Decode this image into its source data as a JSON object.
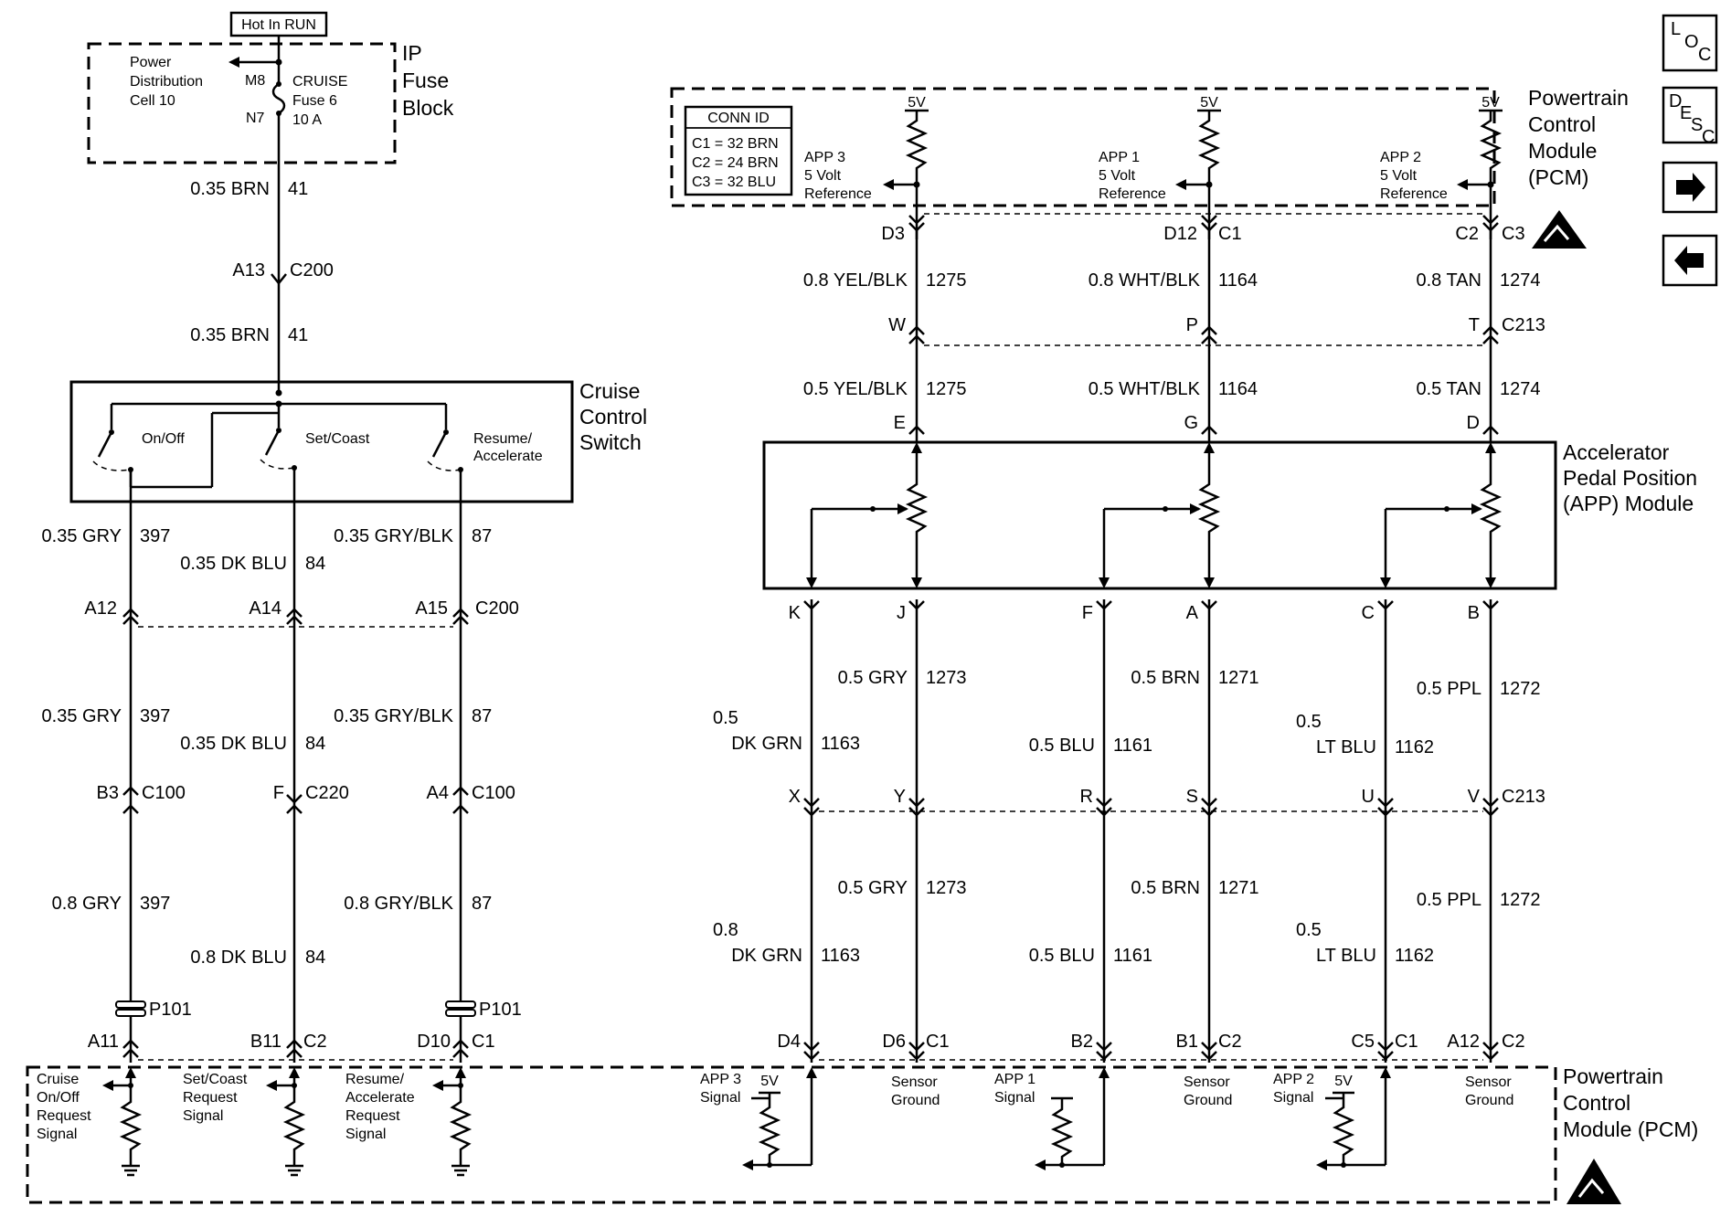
{
  "hot_in_run": "Hot In RUN",
  "ip_fuse": {
    "title_lines": [
      "IP",
      "Fuse",
      "Block"
    ],
    "pdc_lines": [
      "Power",
      "Distribution",
      "Cell 10"
    ],
    "m8": "M8",
    "n7": "N7",
    "fuse_lines": [
      "CRUISE",
      "Fuse 6",
      "10 A"
    ]
  },
  "wire_top": {
    "a": "0.35 BRN",
    "a_ckt": "41",
    "pin": "A13",
    "conn": "C200",
    "b": "0.35 BRN",
    "b_ckt": "41"
  },
  "cruise_switch": {
    "title_lines": [
      "Cruise",
      "Control",
      "Switch"
    ],
    "on_off": "On/Off",
    "set_coast": "Set/Coast",
    "resume": [
      "Resume/",
      "Accelerate"
    ]
  },
  "left_wires": {
    "r1": {
      "gry": "0.35 GRY",
      "gry_ckt": "397",
      "blu": "0.35 DK BLU",
      "blu_ckt": "84",
      "gryblk": "0.35 GRY/BLK",
      "gryblk_ckt": "87"
    },
    "c200": {
      "p1": "A12",
      "p2": "A14",
      "p3": "A15",
      "conn": "C200"
    },
    "r2": {
      "gry": "0.35 GRY",
      "gry_ckt": "397",
      "blu": "0.35 DK BLU",
      "blu_ckt": "84",
      "gryblk": "0.35 GRY/BLK",
      "gryblk_ckt": "87"
    },
    "c100": {
      "p1": "B3",
      "c1": "C100",
      "p2": "F",
      "c2": "C220",
      "p3": "A4",
      "c3": "C100"
    },
    "r3": {
      "gry": "0.8 GRY",
      "gry_ckt": "397",
      "gryblk": "0.8 GRY/BLK",
      "gryblk_ckt": "87",
      "blu": "0.8 DK BLU",
      "blu_ckt": "84"
    },
    "p101": "P101",
    "pcm_pins": {
      "p1": "A11",
      "p2": "B11",
      "c2": "C2",
      "p3": "D10",
      "c1": "C1"
    }
  },
  "pcm_top": {
    "title_lines": [
      "Powertrain",
      "Control",
      "Module",
      "(PCM)"
    ],
    "conn_id": {
      "title": "CONN ID",
      "rows": [
        "C1 = 32 BRN",
        "C2 = 24 BRN",
        "C3 = 32 BLU"
      ]
    },
    "v5": "5V",
    "app3": [
      "APP 3",
      "5 Volt",
      "Reference"
    ],
    "app1": [
      "APP 1",
      "5 Volt",
      "Reference"
    ],
    "app2": [
      "APP 2",
      "5 Volt",
      "Reference"
    ],
    "pins": {
      "d3": "D3",
      "d12": "D12",
      "c1": "C1",
      "c2": "C2",
      "c3": "C3"
    }
  },
  "right_wires": {
    "r1": {
      "w1": "0.8 YEL/BLK",
      "c1": "1275",
      "w2": "0.8 WHT/BLK",
      "c2": "1164",
      "w3": "0.8 TAN",
      "c3": "1274"
    },
    "c213a": {
      "p1": "W",
      "p2": "P",
      "p3": "T",
      "conn": "C213"
    },
    "r2": {
      "w1": "0.5 YEL/BLK",
      "c1": "1275",
      "w2": "0.5 WHT/BLK",
      "c2": "1164",
      "w3": "0.5 TAN",
      "c3": "1274"
    },
    "app_pins_top": {
      "e": "E",
      "g": "G",
      "d": "D"
    },
    "app_title": [
      "Accelerator",
      "Pedal Position",
      "(APP) Module"
    ],
    "app_pins_bot": {
      "k": "K",
      "j": "J",
      "f": "F",
      "a": "A",
      "c": "C",
      "b": "B"
    },
    "r3": {
      "gry": "0.5 GRY",
      "gry_ckt": "1273",
      "brn": "0.5 BRN",
      "brn_ckt": "1271",
      "ppl": "0.5 PPL",
      "ppl_ckt": "1272",
      "dkgrn_a": "0.5",
      "dkgrn_b": "DK GRN",
      "dkgrn_ckt": "1163",
      "blu": "0.5 BLU",
      "blu_ckt": "1161",
      "ltblu_a": "0.5",
      "ltblu_b": "LT BLU",
      "ltblu_ckt": "1162"
    },
    "c213b": {
      "x": "X",
      "y": "Y",
      "r": "R",
      "s": "S",
      "u": "U",
      "v": "V",
      "conn": "C213"
    },
    "r4": {
      "gry": "0.5 GRY",
      "gry_ckt": "1273",
      "brn": "0.5 BRN",
      "brn_ckt": "1271",
      "ppl": "0.5 PPL",
      "ppl_ckt": "1272",
      "dkgrn_a": "0.8",
      "dkgrn_b": "DK GRN",
      "dkgrn_ckt": "1163",
      "blu": "0.5 BLU",
      "blu_ckt": "1161",
      "ltblu_a": "0.5",
      "ltblu_b": "LT BLU",
      "ltblu_ckt": "1162"
    },
    "pcm_pins": {
      "d4": "D4",
      "d6": "D6",
      "c1a": "C1",
      "b2": "B2",
      "b1": "B1",
      "c2a": "C2",
      "c5": "C5",
      "c1b": "C1",
      "a12": "A12",
      "c2b": "C2"
    }
  },
  "pcm_bottom": {
    "title_lines": [
      "Powertrain",
      "Control",
      "Module (PCM)"
    ],
    "cruise_req": [
      "Cruise",
      "On/Off",
      "Request",
      "Signal"
    ],
    "setcoast_req": [
      "Set/Coast",
      "Request",
      "Signal"
    ],
    "resume_req": [
      "Resume/",
      "Accelerate",
      "Request",
      "Signal"
    ],
    "app3_sig": [
      "APP 3",
      "Signal"
    ],
    "app1_sig": [
      "APP 1",
      "Signal"
    ],
    "app2_sig": [
      "APP 2",
      "Signal"
    ],
    "v5": "5V",
    "sensor_ground": [
      "Sensor",
      "Ground"
    ]
  },
  "nav": {
    "loc": [
      "L",
      "O",
      "C"
    ],
    "desc": [
      "D",
      "E",
      "S",
      "C"
    ]
  }
}
